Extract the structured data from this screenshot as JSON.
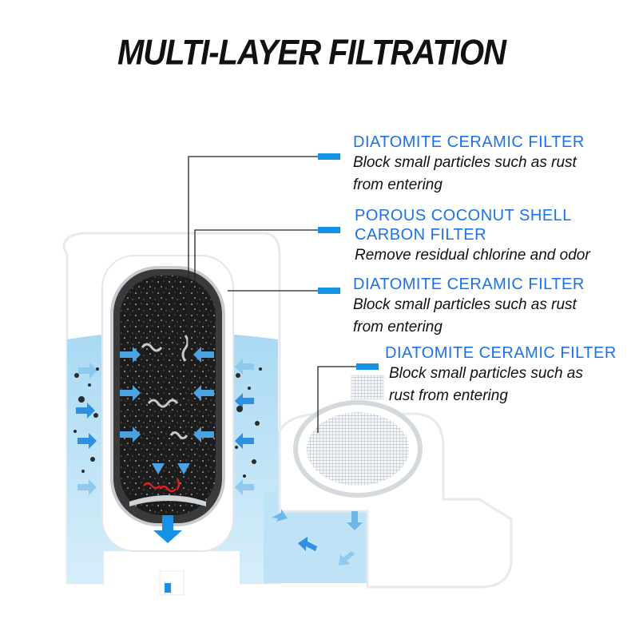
{
  "title": "MULTI-LAYER FILTRATION",
  "callouts": [
    {
      "heading": "DIATOMITE CERAMIC FILTER",
      "desc_lines": [
        "Block small particles such as rust",
        "from entering"
      ]
    },
    {
      "heading_lines": [
        "POROUS COCONUT SHELL",
        "CARBON FILTER"
      ],
      "desc_lines": [
        "Remove residual chlorine and odor"
      ]
    },
    {
      "heading": "DIATOMITE CERAMIC FILTER",
      "desc_lines": [
        "Block small particles such as rust",
        "from entering"
      ]
    },
    {
      "heading": "DIATOMITE CERAMIC FILTER",
      "desc_lines": [
        "Block small particles such as",
        "rust from entering"
      ]
    }
  ],
  "colors": {
    "accent_blue": "#1a73e8",
    "marker_blue": "#1592e6",
    "water": "#bde3f6",
    "carbon": "#1e1e1e",
    "impurity": "#e02020"
  }
}
